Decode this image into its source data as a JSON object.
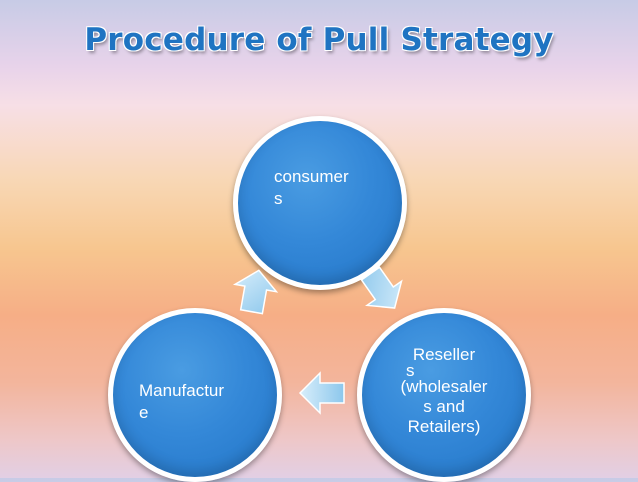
{
  "title": "Procedure of Pull Strategy",
  "nodes": {
    "consumers": {
      "line1": "consumer",
      "line2": "s"
    },
    "resellers": {
      "line1": "Reseller",
      "line2": "s",
      "line3": "(wholesaler",
      "line4": "s  and",
      "line5": "Retailers)"
    },
    "manufacturer": {
      "line1": "Manufactur",
      "line2": "e"
    }
  },
  "icons": {
    "arrows": "chevron-arrow-icon"
  },
  "colors": {
    "title": "#1f74c2",
    "circle": "#2f84d4",
    "arrow": "#a9d7f3"
  }
}
